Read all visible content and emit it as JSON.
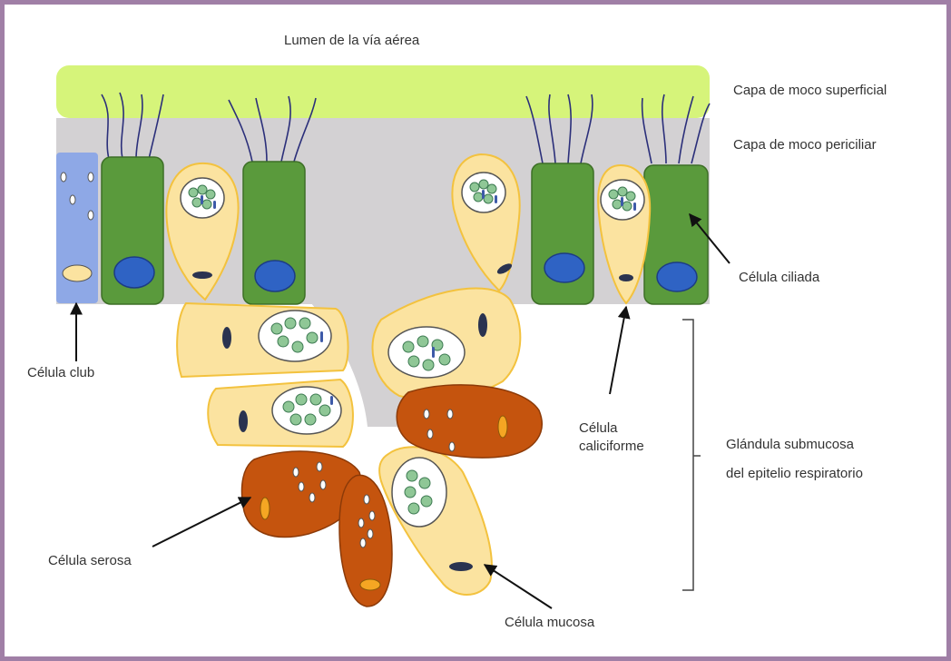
{
  "labels": {
    "lumen": "Lumen de la vía aérea",
    "superficial_mucus": "Capa de moco superficial",
    "periciliary_mucus": "Capa de moco periciliar",
    "ciliated_cell": "Célula ciliada",
    "club_cell": "Célula club",
    "goblet_cell_line1": "Célula",
    "goblet_cell_line2": "caliciforme",
    "gland_line1": "Glándula submucosa",
    "gland_line2": "del epitelio respiratorio",
    "serous_cell": "Célula serosa",
    "mucous_cell": "Célula mucosa"
  },
  "colors": {
    "frame": "#a07fa6",
    "surface_mucus": "#d6f47a",
    "periciliary": "#d3d1d3",
    "ciliated_cell": "#5a9a3c",
    "nucleus_blue": "#2f63c4",
    "club_cell": "#8ea8e6",
    "goblet_cell": "#fbe3a0",
    "goblet_outline": "#f3c23e",
    "serous_cell": "#c5540e",
    "granule_green": "#8fc796",
    "cilia": "#2b2f7a"
  }
}
